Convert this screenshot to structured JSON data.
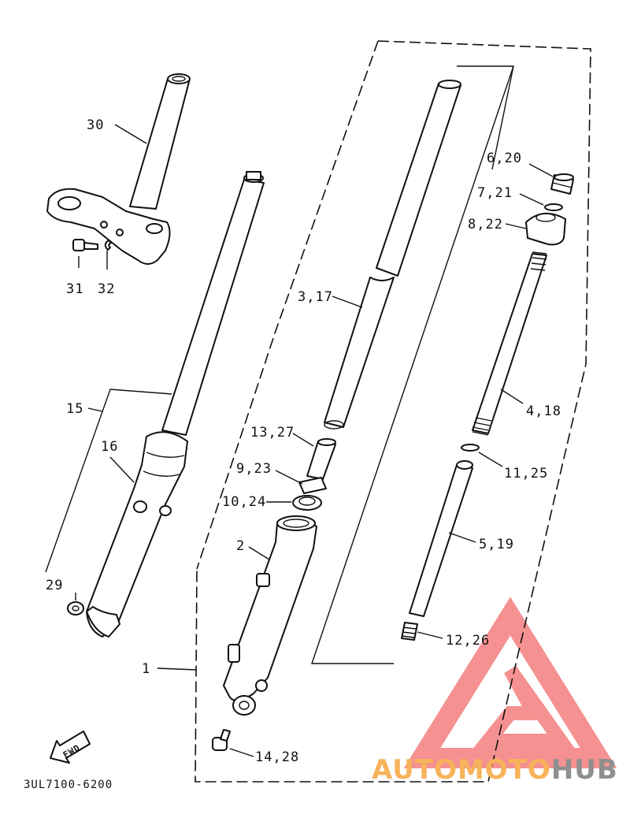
{
  "diagram": {
    "labels": {
      "p30": "30",
      "p31": "31",
      "p32": "32",
      "p15": "15",
      "p16": "16",
      "p29": "29",
      "p1": "1",
      "p2": "2",
      "p3_17": "3,17",
      "p13_27": "13,27",
      "p9_23": "9,23",
      "p10_24": "10,24",
      "p14_28": "14,28",
      "p6_20": "6,20",
      "p7_21": "7,21",
      "p8_22": "8,22",
      "p4_18": "4,18",
      "p11_25": "11,25",
      "p5_19": "5,19",
      "p12_26": "12,26"
    },
    "fwd_label": "FWD",
    "drawing_code": "3UL7100-6200"
  },
  "watermark": {
    "text_orange": "AUTOMOTO",
    "text_gray": "HUB",
    "color_red": "#f26d6d",
    "color_orange": "#f7b35a",
    "color_gray": "#8f8f8f"
  }
}
